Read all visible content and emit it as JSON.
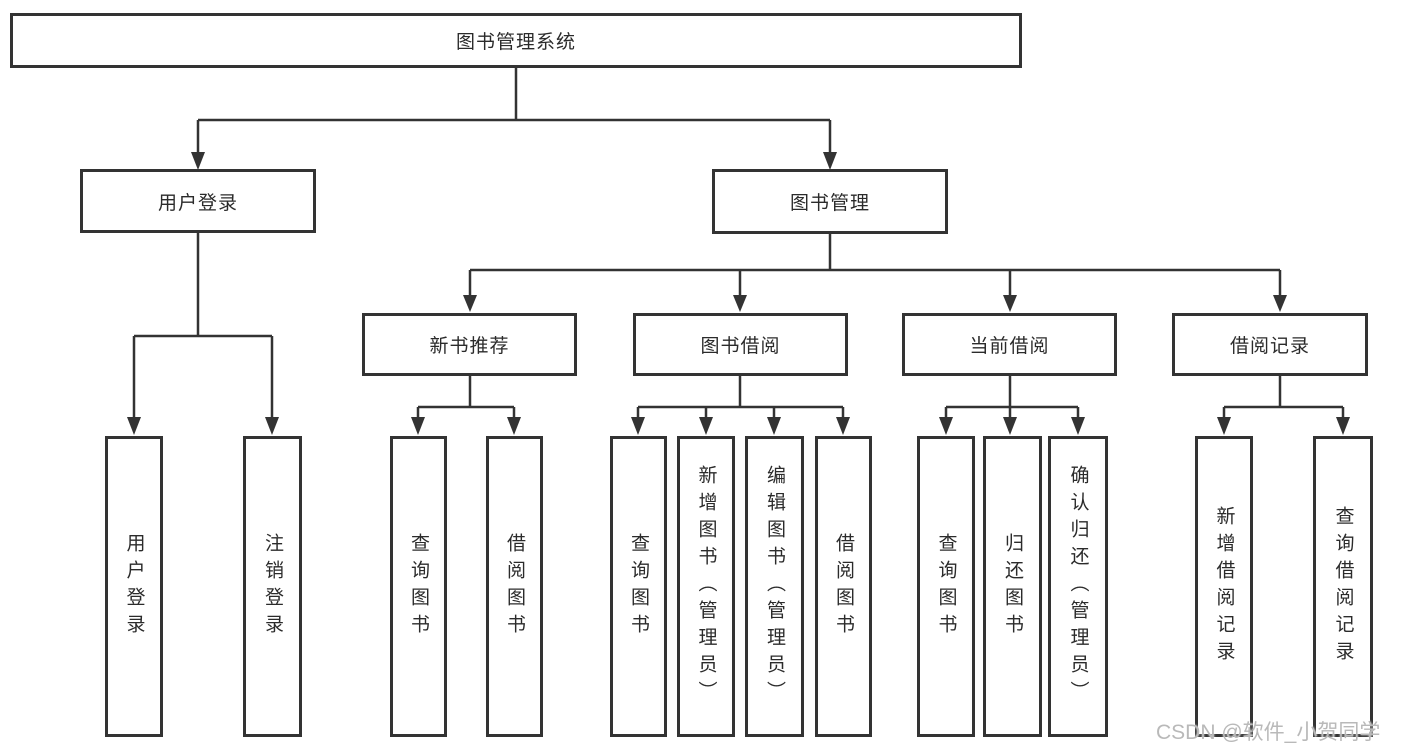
{
  "tree": {
    "root": {
      "label": "图书管理系统"
    },
    "level2": [
      {
        "label": "用户登录"
      },
      {
        "label": "图书管理"
      }
    ],
    "level3": [
      {
        "label": "新书推荐"
      },
      {
        "label": "图书借阅"
      },
      {
        "label": "当前借阅"
      },
      {
        "label": "借阅记录"
      }
    ],
    "leaves": {
      "user": [
        {
          "label": "用户登录"
        },
        {
          "label": "注销登录"
        }
      ],
      "recommend": [
        {
          "label": "查询图书"
        },
        {
          "label": "借阅图书"
        }
      ],
      "borrow": [
        {
          "label": "查询图书"
        },
        {
          "label": "新增图书（管理员）"
        },
        {
          "label": "编辑图书（管理员）"
        },
        {
          "label": "借阅图书"
        }
      ],
      "current": [
        {
          "label": "查询图书"
        },
        {
          "label": "归还图书"
        },
        {
          "label": "确认归还（管理员）"
        }
      ],
      "records": [
        {
          "label": "新增借阅记录"
        },
        {
          "label": "查询借阅记录"
        }
      ]
    }
  },
  "watermark": {
    "text": "CSDN @软件_小贺同学"
  },
  "colors": {
    "line": "#333333",
    "box_border": "#333333",
    "box_background": "#ffffff",
    "text": "#2b2b2b",
    "watermark": "#b9b9b9"
  }
}
